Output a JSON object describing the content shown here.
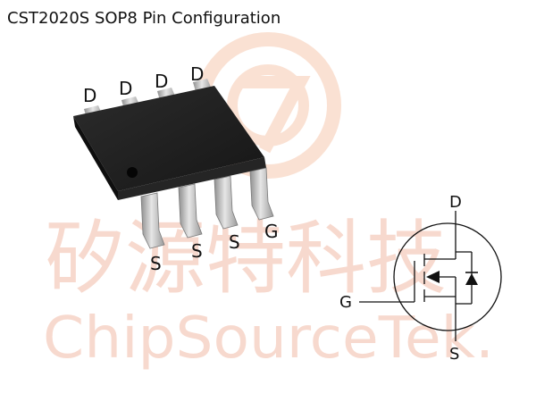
{
  "title": "CST2020S SOP8 Pin Configuration",
  "package": {
    "top_pins": [
      "D",
      "D",
      "D",
      "D"
    ],
    "bottom_pins": [
      "S",
      "S",
      "S",
      "G"
    ]
  },
  "schematic": {
    "drain": "D",
    "gate": "G",
    "source": "S"
  },
  "watermark": {
    "cjk": "矽源特科技",
    "latin": "ChipSourceTek."
  },
  "colors": {
    "chip_body": "#1c1c1c",
    "pin_metal": "#c4c4c4",
    "watermark": "#f6d3c6",
    "ink": "#111111"
  }
}
